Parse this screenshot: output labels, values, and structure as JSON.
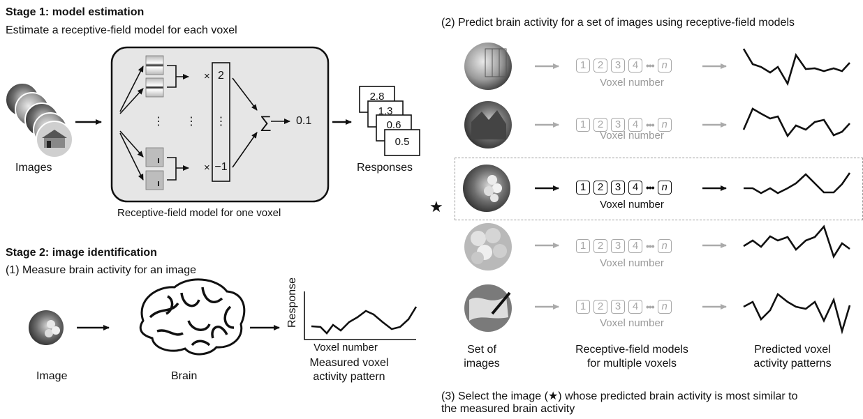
{
  "stage1": {
    "title": "Stage 1: model estimation",
    "subtitle": "Estimate a receptive-field model for each voxel",
    "images_label": "Images",
    "multiply_symbol": "×",
    "dots": "⋮",
    "weights": [
      "2",
      "⋮",
      "−1"
    ],
    "sum_symbol": "∑",
    "output_value": "0.1",
    "model_caption": "Receptive-field model for one voxel",
    "responses": [
      "2.8",
      "1.3",
      "0.6",
      "0.5"
    ],
    "responses_label": "Responses"
  },
  "stage2": {
    "title": "Stage 2: image identification",
    "step1": "(1) Measure brain activity for an image",
    "image_label": "Image",
    "brain_label": "Brain",
    "y_axis": "Response",
    "x_axis": "Voxel number",
    "measured_label_1": "Measured voxel",
    "measured_label_2": "activity pattern",
    "step2": "(2) Predict brain activity for a set of images using receptive-field models",
    "voxel_number": "Voxel number",
    "voxel_boxes": [
      "1",
      "2",
      "3",
      "4",
      "n"
    ],
    "ellipsis": "•••",
    "star": "★",
    "col_set_1": "Set of",
    "col_set_2": "images",
    "col_rf_1": "Receptive-field models",
    "col_rf_2": "for multiple voxels",
    "col_pred_1": "Predicted voxel",
    "col_pred_2": "activity patterns",
    "step3_line1": "(3) Select the image (★) whose predicted brain activity is most similar to",
    "step3_line2": "the measured brain activity"
  }
}
